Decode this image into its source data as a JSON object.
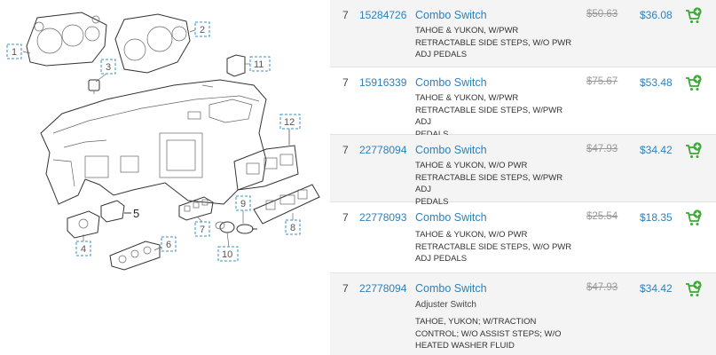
{
  "diagram": {
    "callouts": [
      "1",
      "2",
      "3",
      "4",
      "5",
      "6",
      "7",
      "8",
      "9",
      "10",
      "11",
      "12"
    ]
  },
  "parts": [
    {
      "qty": "7",
      "part_number": "15284726",
      "name": "Combo Switch",
      "sub": "",
      "desc_lines": [
        "TAHOE & YUKON, W/PWR",
        "RETRACTABLE SIDE STEPS, W/O PWR",
        "ADJ PEDALS"
      ],
      "msrp": "$50.63",
      "price": "$36.08",
      "cart_icon": "add-to-cart-icon"
    },
    {
      "qty": "7",
      "part_number": "15916339",
      "name": "Combo Switch",
      "sub": "",
      "desc_lines": [
        "TAHOE & YUKON, W/PWR",
        "RETRACTABLE SIDE STEPS, W/PWR ADJ",
        "PEDALS"
      ],
      "msrp": "$75.67",
      "price": "$53.48",
      "cart_icon": "add-to-cart-icon"
    },
    {
      "qty": "7",
      "part_number": "22778094",
      "name": "Combo Switch",
      "sub": "",
      "desc_lines": [
        "TAHOE & YUKON, W/O PWR",
        "RETRACTABLE SIDE STEPS, W/PWR ADJ",
        "PEDALS"
      ],
      "msrp": "$47.93",
      "price": "$34.42",
      "cart_icon": "add-to-cart-icon"
    },
    {
      "qty": "7",
      "part_number": "22778093",
      "name": "Combo Switch",
      "sub": "",
      "desc_lines": [
        "TAHOE & YUKON, W/O PWR",
        "RETRACTABLE SIDE STEPS, W/O PWR",
        "ADJ PEDALS"
      ],
      "msrp": "$25.54",
      "price": "$18.35",
      "cart_icon": "add-to-cart-icon"
    },
    {
      "qty": "7",
      "part_number": "22778094",
      "name": "Combo Switch",
      "sub": "Adjuster Switch",
      "desc_lines": [
        "TAHOE, YUKON; W/TRACTION",
        "CONTROL; W/O ASSIST STEPS; W/O",
        "HEATED WASHER FLUID"
      ],
      "msrp": "$47.93",
      "price": "$34.42",
      "cart_icon": "add-to-cart-icon"
    }
  ],
  "colors": {
    "link": "#2f7fb8",
    "cart_green": "#3aa935",
    "row_shade": "#f4f4f4"
  }
}
